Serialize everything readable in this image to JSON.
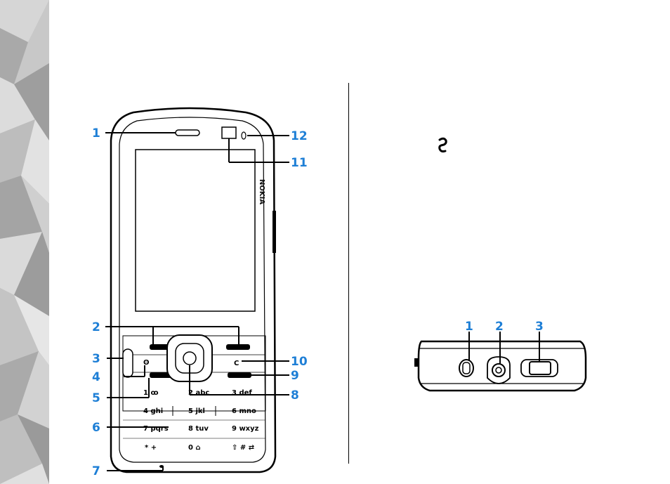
{
  "front_view": {
    "brand": "NOKIA",
    "callouts": [
      "1",
      "2",
      "3",
      "4",
      "5",
      "6",
      "7",
      "8",
      "9",
      "10",
      "11",
      "12"
    ],
    "keys": {
      "clear": "C",
      "row1": [
        "1 ꝏ",
        "2 abc",
        "3 def"
      ],
      "row2": [
        "4 ghi",
        "5 jkl",
        "6 mno"
      ],
      "row3": [
        "7 pqrs",
        "8 tuv",
        "9 wxyz"
      ],
      "row4": [
        "* +",
        "0 ⌂",
        "⇧ # ⇄"
      ]
    }
  },
  "bottom_view": {
    "callouts": [
      "1",
      "2",
      "3"
    ]
  },
  "colors": {
    "callout": "#1e7fd6",
    "outline": "#000000"
  },
  "icons": [
    "menu-key-icon",
    "earpiece-icon",
    "camera-icon",
    "light-sensor-icon"
  ]
}
